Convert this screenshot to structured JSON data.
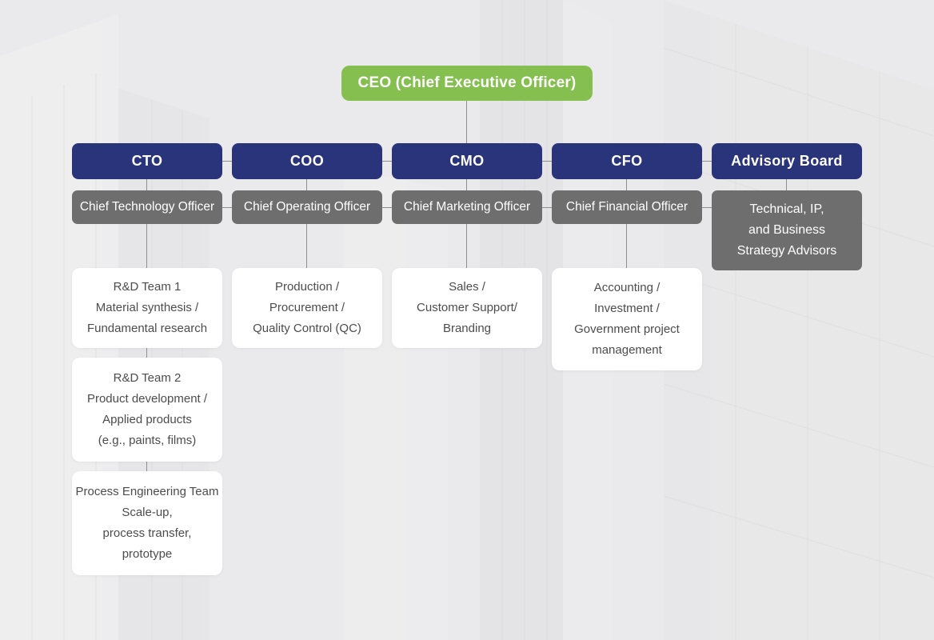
{
  "colors": {
    "green": "#85bf50",
    "navy": "#2a347b",
    "gray": "#6e6e6e",
    "line": "#8f8f8f",
    "background": "#eaeaec",
    "team_text": "#4c4c4c"
  },
  "ceo": {
    "label": "CEO (Chief Executive Officer)"
  },
  "columns": [
    {
      "title": "CTO",
      "subtitle": "Chief Technology Officer",
      "teams": [
        "R&D Team 1\nMaterial synthesis /\nFundamental research",
        "R&D Team 2\nProduct development /\nApplied products\n(e.g., paints, films)",
        "Process Engineering Team\nScale-up,\nprocess transfer,\nprototype"
      ]
    },
    {
      "title": "COO",
      "subtitle": "Chief Operating Officer",
      "teams": [
        "Production /\nProcurement /\nQuality Control (QC)"
      ]
    },
    {
      "title": "CMO",
      "subtitle": "Chief Marketing Officer",
      "teams": [
        "Sales /\nCustomer Support/\nBranding"
      ]
    },
    {
      "title": "CFO",
      "subtitle": "Chief Financial Officer",
      "teams": [
        "Accounting /\nInvestment /\nGovernment project\nmanagement"
      ]
    },
    {
      "title": "Advisory Board",
      "subtitle": "Technical, IP,\nand Business\nStrategy Advisors",
      "teams": []
    }
  ]
}
